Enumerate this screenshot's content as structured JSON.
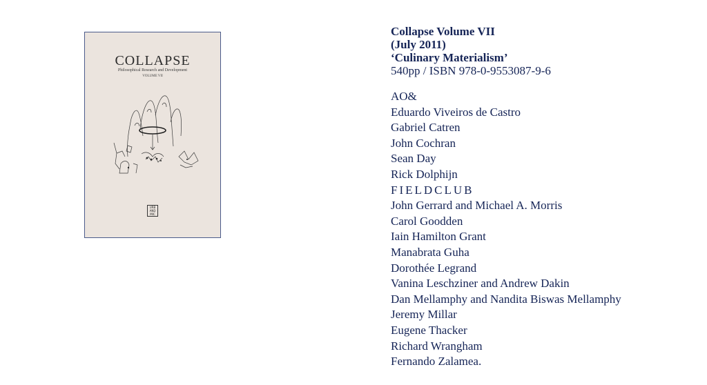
{
  "cover": {
    "title": "COLLAPSE",
    "subtitle": "Philosophical Research and Development",
    "volume": "VOLUME VII",
    "logo_lines": [
      "URB",
      "AND",
      "MIC"
    ],
    "background": "#ebe4de",
    "border_color": "#4a5a8a"
  },
  "info": {
    "text_color": "#152456",
    "title": "Collapse Volume VII",
    "date": "(July 2011)",
    "theme": "‘Culinary Materialism’",
    "pages_isbn": "540pp / ISBN 978-0-9553087-9-6",
    "contributors": [
      "AO&",
      "Eduardo Viveiros de Castro",
      "Gabriel Catren",
      "John Cochran",
      "Sean Day",
      "Rick Dolphijn",
      "FIELDCLUB",
      "John Gerrard and Michael A. Morris",
      "Carol Goodden",
      "Iain Hamilton Grant",
      "Manabrata Guha",
      "Dorothée Legrand",
      "Vanina Leschziner and Andrew Dakin",
      "Dan Mellamphy and Nandita Biswas Mellamphy",
      "Jeremy Millar",
      "Eugene Thacker",
      "Richard Wrangham",
      "Fernando Zalamea."
    ]
  }
}
